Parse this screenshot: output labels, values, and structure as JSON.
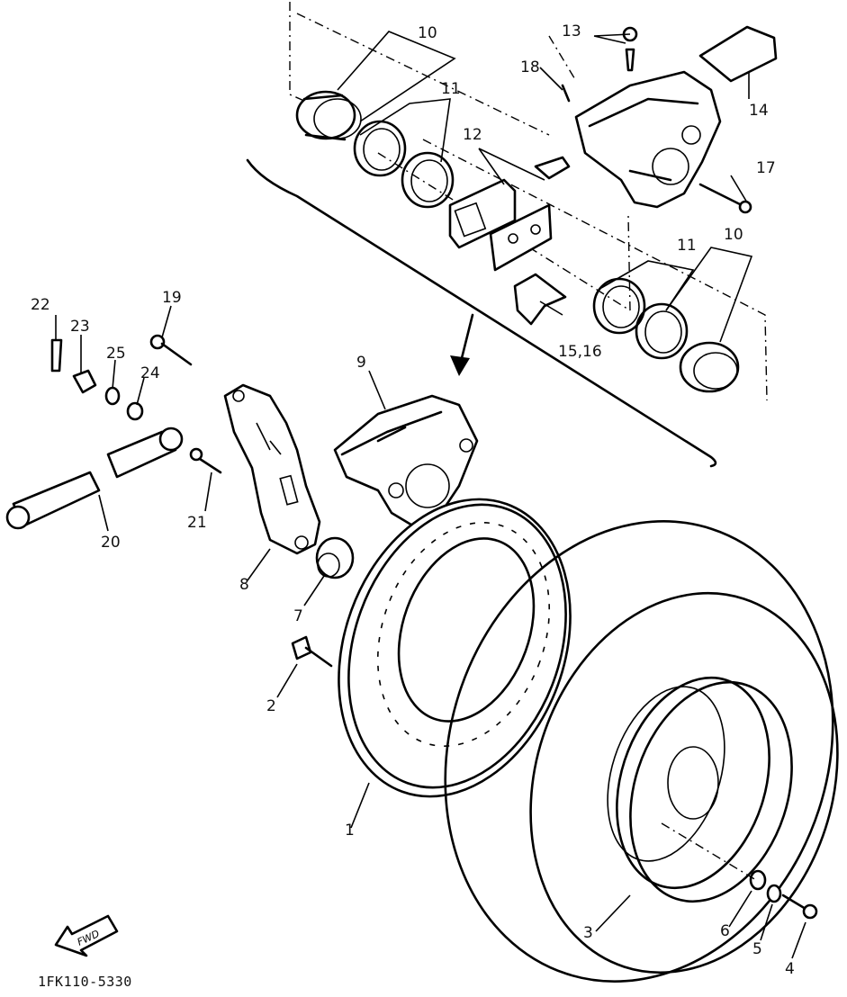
{
  "diagram": {
    "part_numbers": [
      "1",
      "2",
      "3",
      "4",
      "5",
      "6",
      "7",
      "8",
      "9",
      "10",
      "10",
      "11",
      "11",
      "12",
      "13",
      "14",
      "15,16",
      "17",
      "18",
      "19",
      "20",
      "21",
      "22",
      "23",
      "24",
      "25"
    ],
    "fwd_arrow_label": "FWD",
    "drawing_code": "1FK110-5330"
  }
}
